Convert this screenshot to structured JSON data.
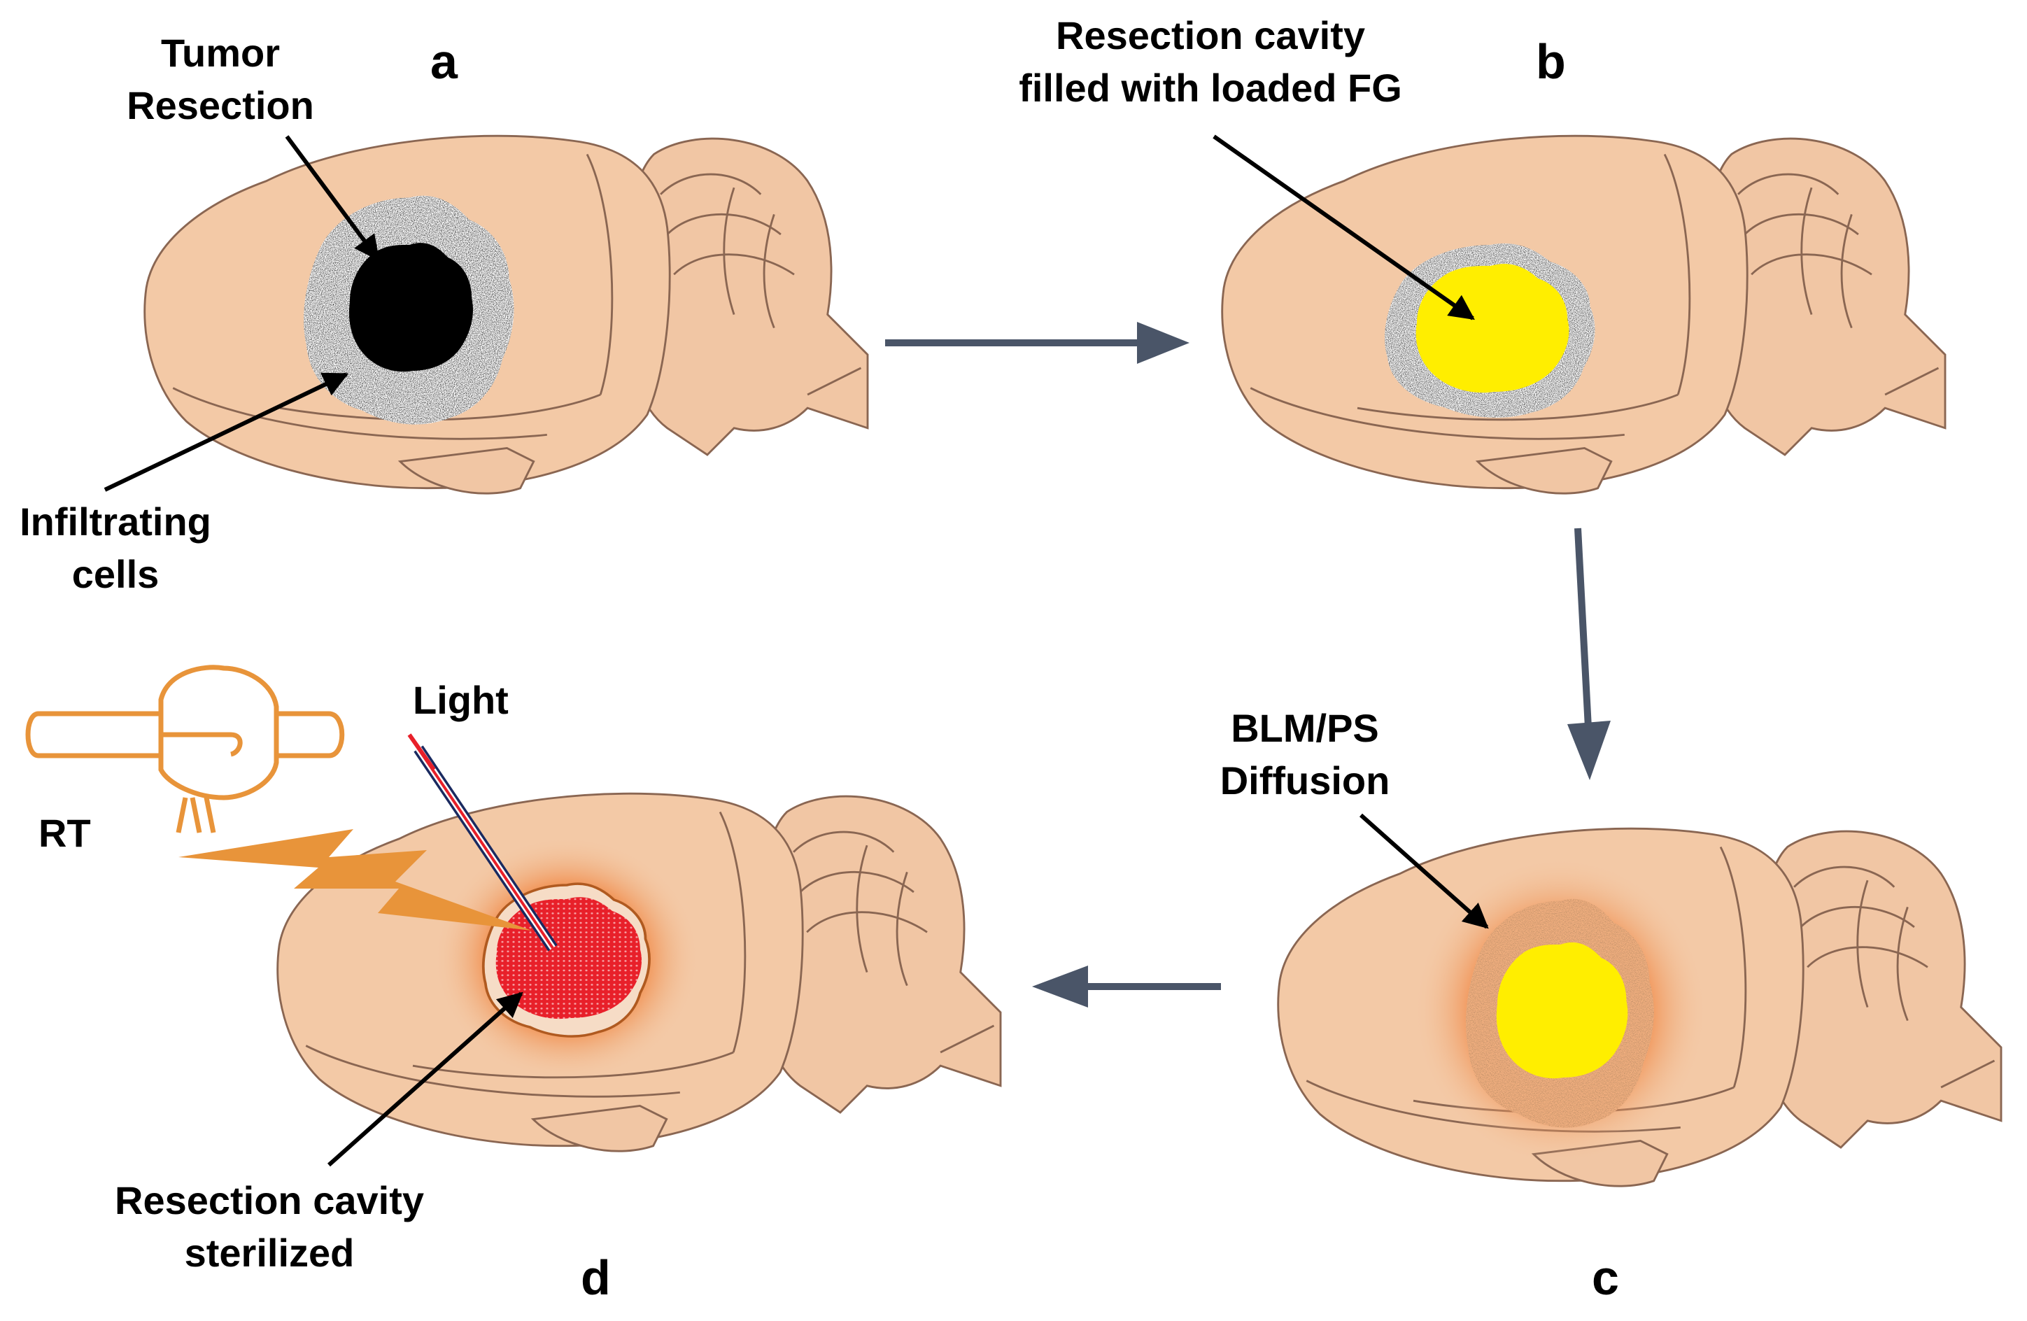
{
  "panels": {
    "a": {
      "letter": "a",
      "top_label": [
        "Tumor",
        "Resection"
      ],
      "bottom_label": [
        "Infiltrating",
        "cells"
      ]
    },
    "b": {
      "letter": "b",
      "top_label": [
        "Resection cavity",
        "filled with loaded FG"
      ]
    },
    "c": {
      "letter": "c",
      "top_label": [
        "BLM/PS",
        "Diffusion"
      ]
    },
    "d": {
      "letter": "d",
      "light_label": "Light",
      "rt_label": "RT",
      "bottom_label": [
        "Resection cavity",
        "sterilized"
      ]
    }
  },
  "colors": {
    "brain": "#f3c9a6",
    "brain_outline": "#8a6652",
    "tumor_black": "#000000",
    "gel_yellow": "#ffee00",
    "diffusion_orange": "#f07a30",
    "red_zone": "#e8202a",
    "rt_orange": "#e8943a",
    "arrow": "#4a5568"
  }
}
